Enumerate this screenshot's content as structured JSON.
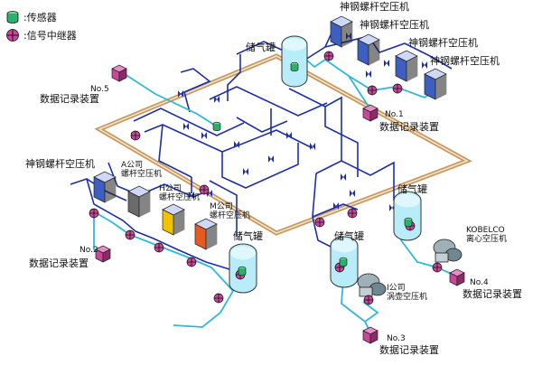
{
  "legend": {
    "sensor_label": ":传感器",
    "relay_label": ":信号中继器",
    "sensor_icon": "sensor-icon",
    "relay_icon": "relay-icon"
  },
  "labels": {
    "compressors_kobelco": [
      "神钢螺杆空压机",
      "神钢螺杆空压机",
      "神钢螺杆空压机",
      "神钢螺杆空压机"
    ],
    "compressor_left": "神钢螺杆空压机",
    "company_a": "A公司\n螺杆空压机",
    "company_h": "H公司\n螺杆空压机",
    "company_m": "M公司\n螺杆空压机",
    "company_i": "I公司\n涡壶空压机",
    "kobelco_centrifugal": "KOBELCO\n离心空压机",
    "tank": "储气罐",
    "loggers": [
      {
        "no": "No.1",
        "name": "数据记录装置"
      },
      {
        "no": "No.2",
        "name": "数据记录装置"
      },
      {
        "no": "No.3",
        "name": "数据记录装置"
      },
      {
        "no": "No.4",
        "name": "数据记录装置"
      },
      {
        "no": "No.5",
        "name": "数据记录装置"
      }
    ]
  },
  "colors": {
    "pipe": "#1d2fa8",
    "signal": "#2fb9d9",
    "frame": "#c89860",
    "tank_fill": "#b8ecf8",
    "logger": "#c8489a",
    "relay": "#c8489a",
    "sensor": "#2ab26a",
    "compressor_blue": "#3c5fc0",
    "compressor_grey": "#6b6b6b",
    "compressor_yellow": "#f2c200",
    "compressor_red": "#e85a20"
  }
}
